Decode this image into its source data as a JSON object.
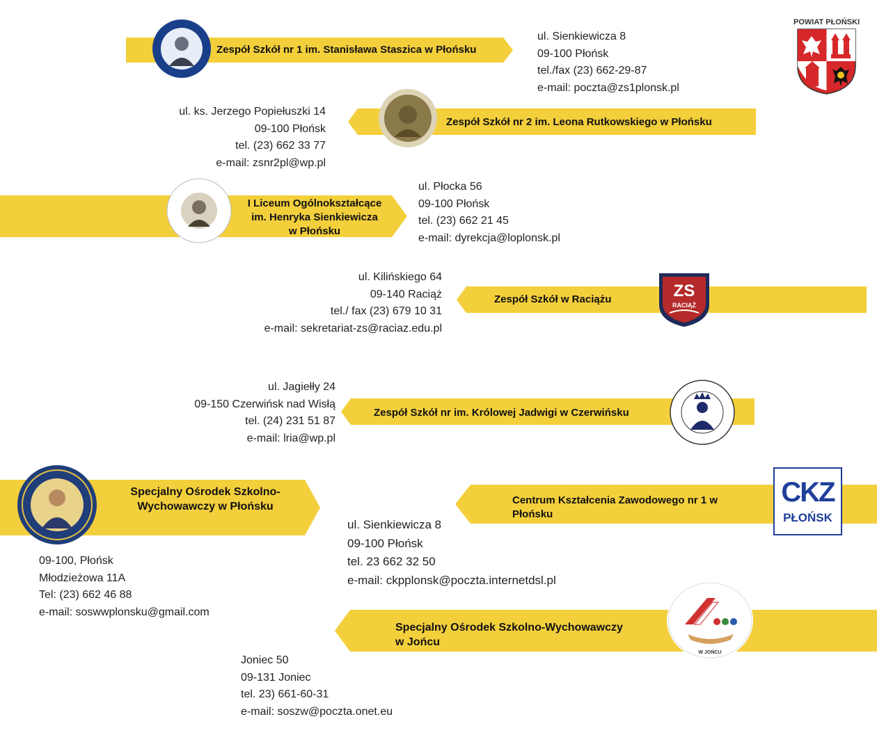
{
  "header": {
    "county_label": "POWIAT PŁOŃSKI"
  },
  "schools": [
    {
      "name": "Zespół Szkół nr 1 im. Stanisława Staszica w Płońsku",
      "address": [
        "ul. Sienkiewicza 8",
        "09-100 Płońsk",
        "tel./fax (23) 662-29-87",
        "e-mail: poczta@zs1plonsk.pl"
      ],
      "logo_icon": "portrait-badge-icon",
      "logo_color": "#1a3f8a"
    },
    {
      "name": "Zespół Szkół nr 2 im. Leona Rutkowskiego w Płońsku",
      "address": [
        "ul. ks. Jerzego Popiełuszki 14",
        "09-100 Płońsk",
        "tel. (23) 662 33 77",
        "e-mail: zsnr2pl@wp.pl"
      ],
      "logo_icon": "bronze-medal-icon",
      "logo_color": "#8a7a4a"
    },
    {
      "name_lines": [
        "I Liceum Ogólnokształcące",
        "im. Henryka Sienkiewicza",
        "w Płońsku"
      ],
      "address": [
        "ul. Płocka 56",
        "09-100 Płońsk",
        "tel. (23) 662 21 45",
        "e-mail: dyrekcja@loplonsk.pl"
      ],
      "logo_icon": "portrait-seal-icon",
      "logo_color": "#d9d2c0"
    },
    {
      "name": "Zespół Szkół w Raciążu",
      "address": [
        "ul. Kilińskiego 64",
        "09-140 Raciąż",
        "tel./ fax (23) 679 10 31",
        "e-mail: sekretariat-zs@raciaz.edu.pl"
      ],
      "logo_text": "ZS",
      "logo_subtext": "RACIĄŻ",
      "logo_color": "#b52a2a"
    },
    {
      "name": "Zespół Szkół nr im. Królowej Jadwigi w Czerwińsku",
      "address": [
        "ul. Jagiełły 24",
        "09-150 Czerwińsk nad Wisłą",
        "tel. (24) 231 51 87",
        "e-mail: lria@wp.pl"
      ],
      "logo_icon": "queen-seal-icon",
      "logo_color": "#1e2a6a"
    },
    {
      "name_lines": [
        "Specjalny Ośrodek Szkolno-",
        "Wychowawczy w Płońsku"
      ],
      "address": [
        "09-100, Płońsk",
        "Młodzieżowa 11A",
        "Tel: (23) 662 46 88",
        "e-mail: soswwplonsku@gmail.com"
      ],
      "logo_icon": "saint-portrait-icon",
      "logo_color": "#1f3e7a"
    },
    {
      "name_lines": [
        "Centrum Kształcenia Zawodowego nr 1 w",
        "Płońsku"
      ],
      "address": [
        "ul. Sienkiewicza 8",
        "09-100 Płońsk",
        "tel.  23 662 32 50",
        "e-mail: ckpplonsk@poczta.internetdsl.pl"
      ],
      "logo_text": "CKZ",
      "logo_subtext": "PŁOŃSK",
      "logo_color": "#1f3f9a"
    },
    {
      "name_lines": [
        "Specjalny Ośrodek Szkolno-Wychowawczy",
        "w Jońcu"
      ],
      "address": [
        "Joniec 50",
        "09-131 Joniec",
        "tel. 23) 661-60-31",
        "e-mail: soszw@poczta.onet.eu"
      ],
      "logo_icon": "house-hands-icon",
      "logo_color": "#d03030"
    }
  ],
  "colors": {
    "ribbon": "#f3cf3c",
    "crest_red": "#d6282a",
    "crest_white": "#ffffff"
  },
  "crest_icon": "county-coat-of-arms-icon"
}
